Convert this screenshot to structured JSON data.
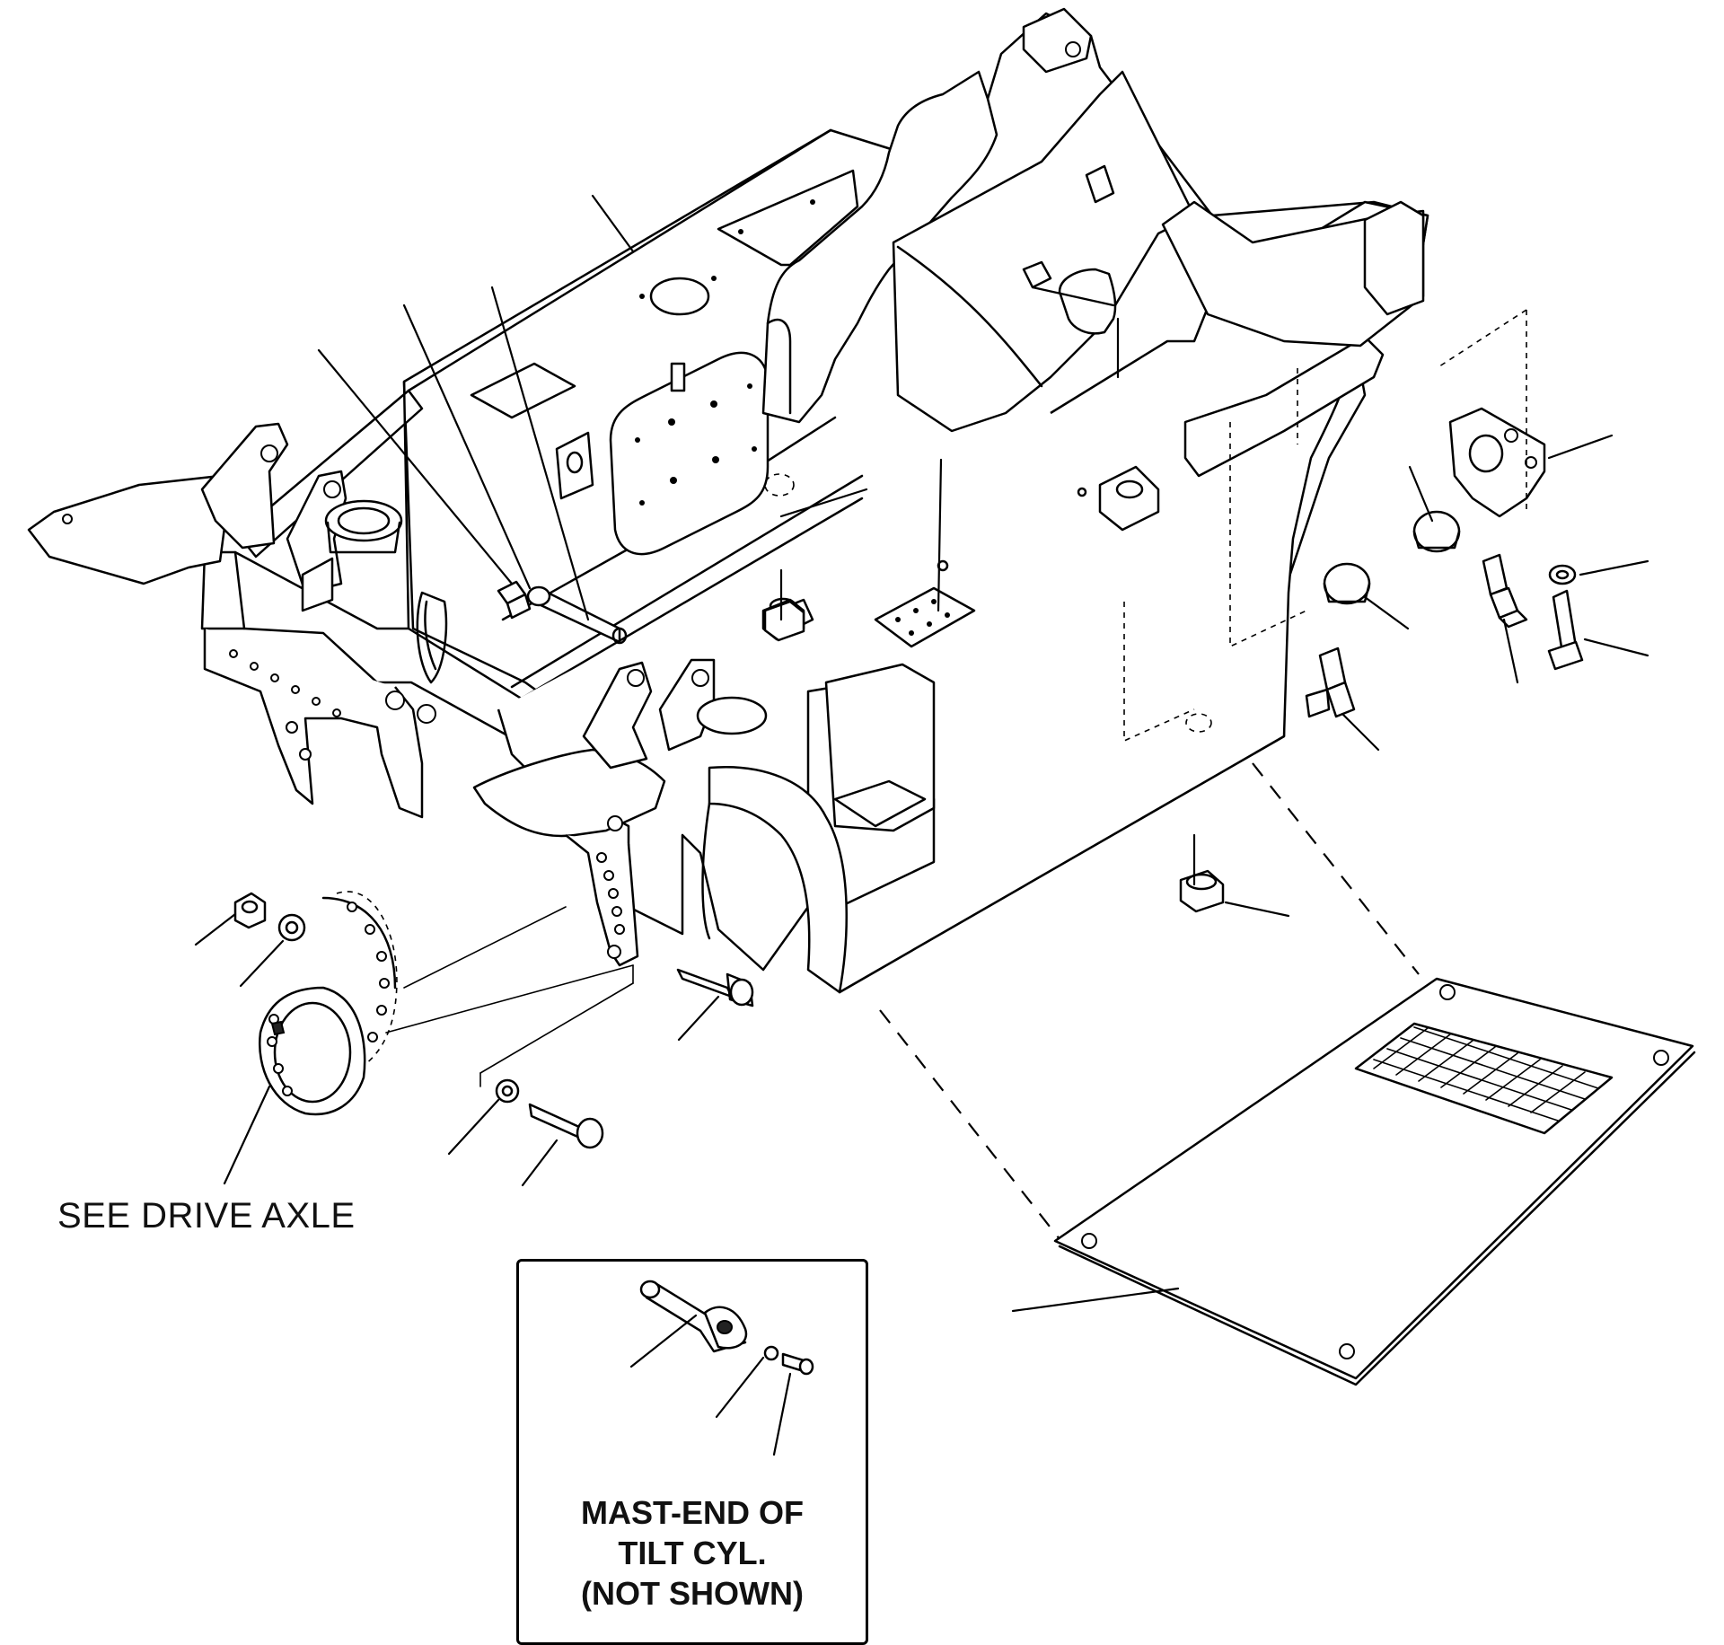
{
  "diagram": {
    "see_drive_axle_label": "SEE DRIVE AXLE",
    "inset": {
      "note_lines": [
        "MAST-END OF",
        "TILT CYL.",
        "(NOT SHOWN)"
      ]
    },
    "parts": [
      "main-frame",
      "tilt-cylinder-pin",
      "grease-fitting",
      "tow-pin",
      "counterweight-bracket",
      "bearing-block",
      "bushing",
      "elbow-fitting",
      "lock-nut",
      "lock-washer",
      "hex-bolt",
      "floor-plate",
      "drive-axle-flange"
    ]
  }
}
